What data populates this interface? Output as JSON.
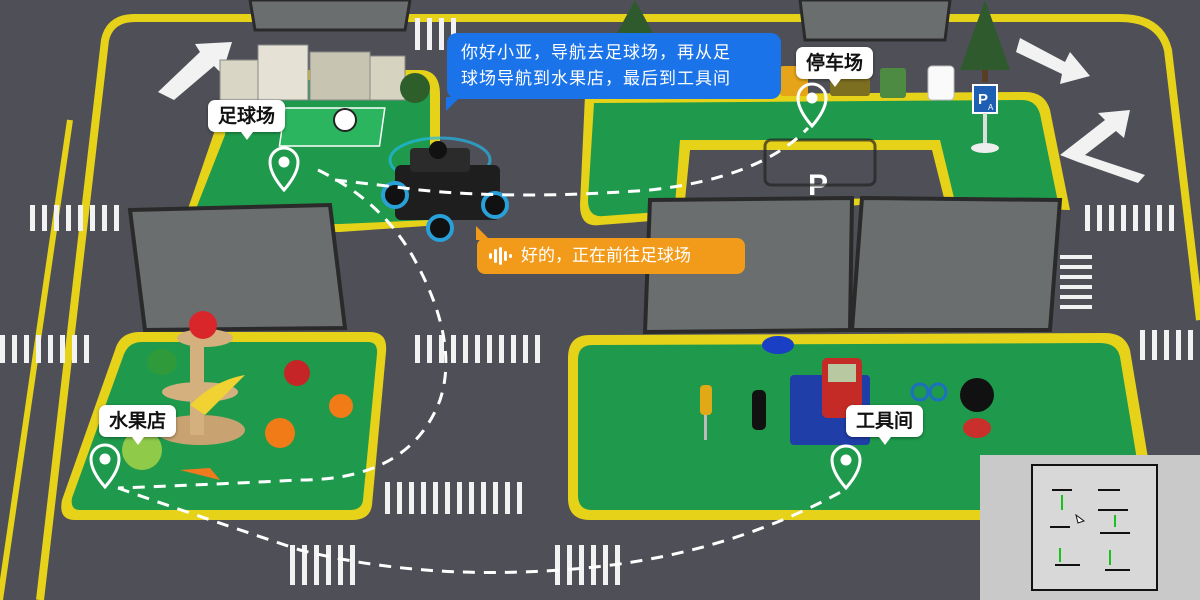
{
  "dialog": {
    "user_command_line1": "你好小亚，导航去足球场，再从足",
    "user_command_line2": "球场导航到水果店，最后到工具间",
    "robot_reply": "好的，正在前往足球场"
  },
  "locations": {
    "football_field": "足球场",
    "parking_lot": "停车场",
    "fruit_shop": "水果店",
    "tool_room": "工具间"
  },
  "signs": {
    "parking_letter": "P",
    "parking_sign_sub": "A"
  },
  "colors": {
    "floor": "#4f5057",
    "zone_green": "#1f9a4c",
    "zone_border_yellow": "#f4d60c",
    "user_bubble": "#1a73e8",
    "robot_bubble": "#f29b1a",
    "route_line": "#ffffff"
  },
  "icons": {
    "waypoint": "location-pin-icon",
    "voice": "voice-wave-icon"
  }
}
